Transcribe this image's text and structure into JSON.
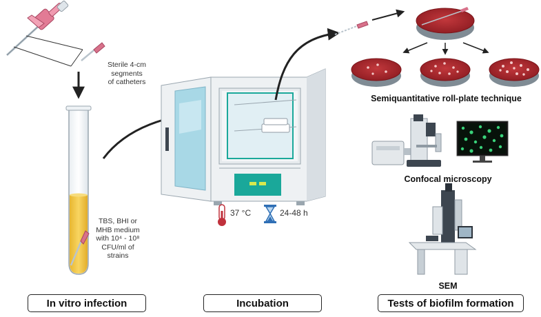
{
  "labels": {
    "catheter_segments": [
      "Sterile 4-cm segments",
      "of catheters"
    ],
    "medium": [
      "TBS, BHI or",
      "MHB medium",
      "with 10⁴ - 10⁸",
      "CFU/ml of",
      "strains"
    ],
    "temperature": "37 °C",
    "duration": "24-48 h",
    "roll_plate": "Semiquantitative roll-plate technique",
    "confocal": "Confocal microscopy",
    "sem": "SEM"
  },
  "stages": [
    "In vitro infection",
    "Incubation",
    "Tests of biofilm formation"
  ],
  "colors": {
    "catheter_pink": "#d8718a",
    "medium_yellow": "#f2c84b",
    "incubator_teal": "#1aa89a",
    "agar_red": "#a8262c",
    "arrow": "#222222"
  },
  "icons": [
    "catheter-icon",
    "test-tube-icon",
    "incubator-icon",
    "thermometer-icon",
    "hourglass-icon",
    "petri-dish-icon",
    "confocal-microscope-icon",
    "monitor-icon",
    "sem-microscope-icon"
  ]
}
